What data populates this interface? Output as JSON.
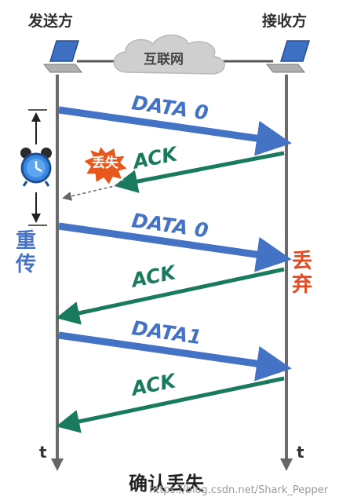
{
  "title": "确认丢失",
  "sender": {
    "label": "发送方"
  },
  "receiver": {
    "label": "接收方"
  },
  "network": {
    "label": "互联网"
  },
  "time_axis": {
    "sender_label": "t",
    "receiver_label": "t"
  },
  "messages": [
    {
      "label": "DATA 0",
      "direction": "sender-to-receiver",
      "color": "#4472c4"
    },
    {
      "label": "ACK",
      "direction": "receiver-to-sender",
      "color": "#1a7a5e",
      "status": "lost"
    },
    {
      "label": "DATA 0",
      "direction": "sender-to-receiver",
      "color": "#4472c4"
    },
    {
      "label": "ACK",
      "direction": "receiver-to-sender",
      "color": "#1a7a5e"
    },
    {
      "label": "DATA1",
      "direction": "sender-to-receiver",
      "color": "#4472c4"
    },
    {
      "label": "ACK",
      "direction": "receiver-to-sender",
      "color": "#1a7a5e"
    }
  ],
  "lost_badge": {
    "label": "丢失",
    "color": "#e8581c"
  },
  "retransmit": {
    "label": "重传",
    "color": "#4472c4",
    "icon": "alarm-clock-icon"
  },
  "discard": {
    "label": "丢弃",
    "color": "#e84a1c"
  },
  "watermark": "https://blog.csdn.net/Shark_Pepper"
}
